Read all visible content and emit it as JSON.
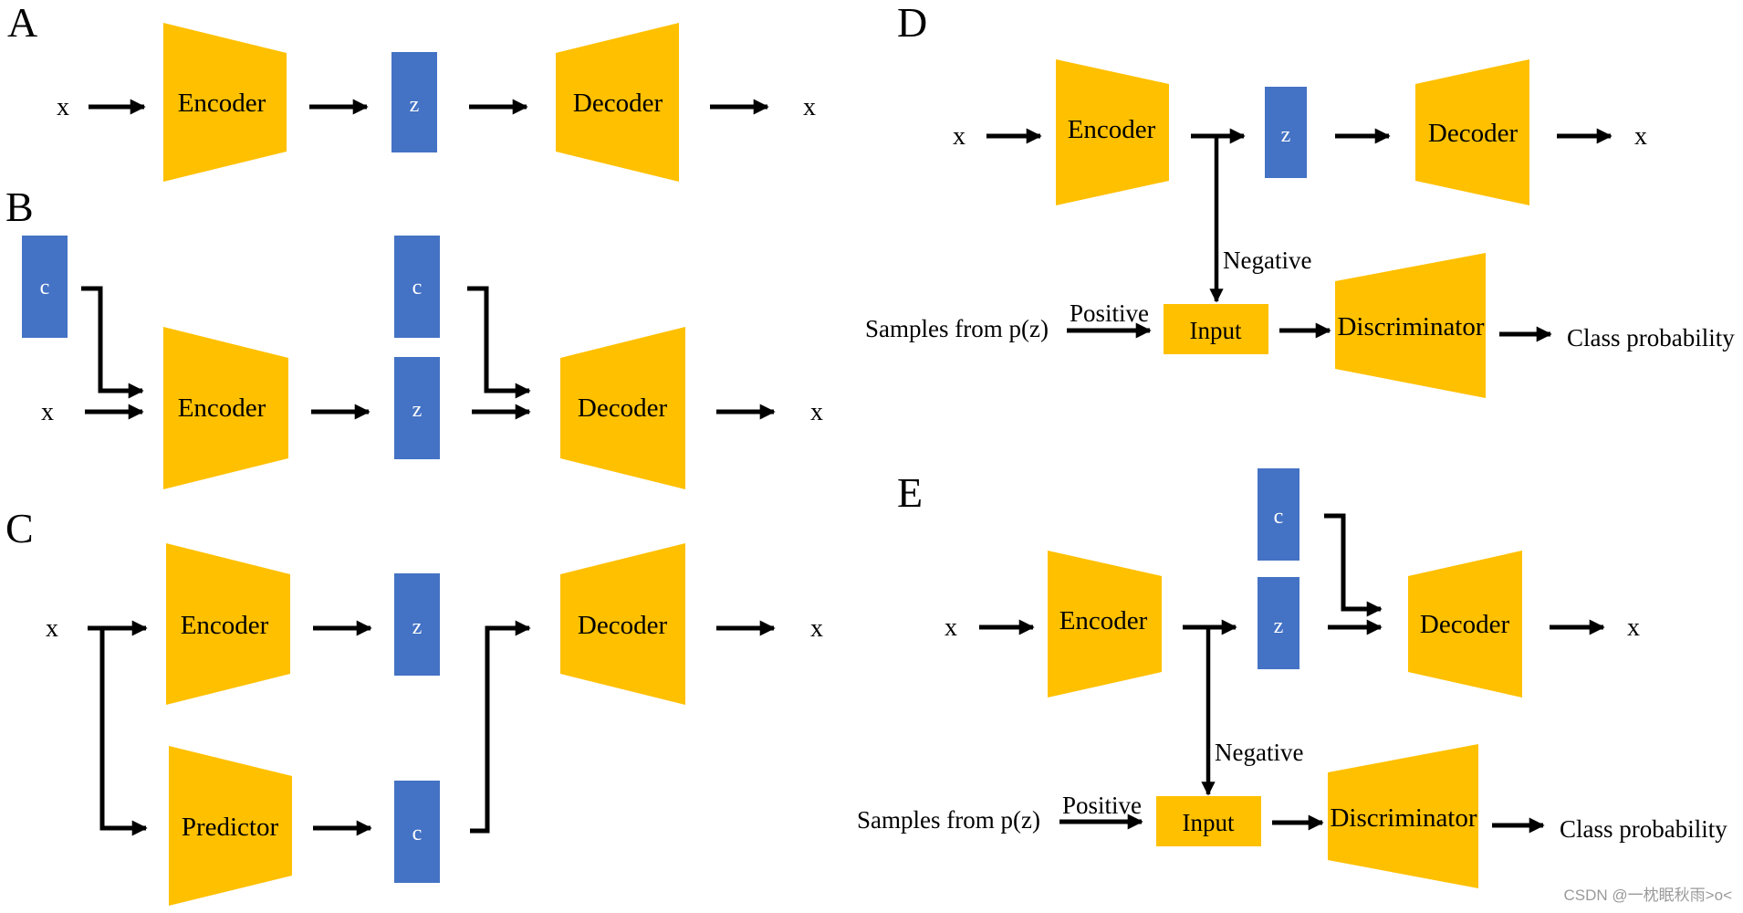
{
  "colors": {
    "trapezoid": "#FFC000",
    "latent_box": "#4472C4",
    "arrow": "#000000",
    "text": "#000000",
    "box_text": "#FFFFFF"
  },
  "panels": {
    "A": {
      "letter": "A",
      "input": "x",
      "encoder": "Encoder",
      "latent": "z",
      "decoder": "Decoder",
      "output": "x"
    },
    "B": {
      "letter": "B",
      "cond_in": "c",
      "input": "x",
      "encoder": "Encoder",
      "cond_latent": "c",
      "latent": "z",
      "decoder": "Decoder",
      "output": "x"
    },
    "C": {
      "letter": "C",
      "input": "x",
      "encoder": "Encoder",
      "latent": "z",
      "predictor": "Predictor",
      "cond": "c",
      "decoder": "Decoder",
      "output": "x"
    },
    "D": {
      "letter": "D",
      "input": "x",
      "encoder": "Encoder",
      "latent": "z",
      "decoder": "Decoder",
      "output": "x",
      "negative": "Negative",
      "positive": "Positive",
      "samples": "Samples from p(z)",
      "input_box": "Input",
      "discriminator": "Discriminator",
      "class_prob": "Class probability"
    },
    "E": {
      "letter": "E",
      "input": "x",
      "encoder": "Encoder",
      "cond": "c",
      "latent": "z",
      "decoder": "Decoder",
      "output": "x",
      "negative": "Negative",
      "positive": "Positive",
      "samples": "Samples from p(z)",
      "input_box": "Input",
      "discriminator": "Discriminator",
      "class_prob": "Class probability"
    }
  },
  "watermark": "CSDN @一枕眠秋雨>o<"
}
